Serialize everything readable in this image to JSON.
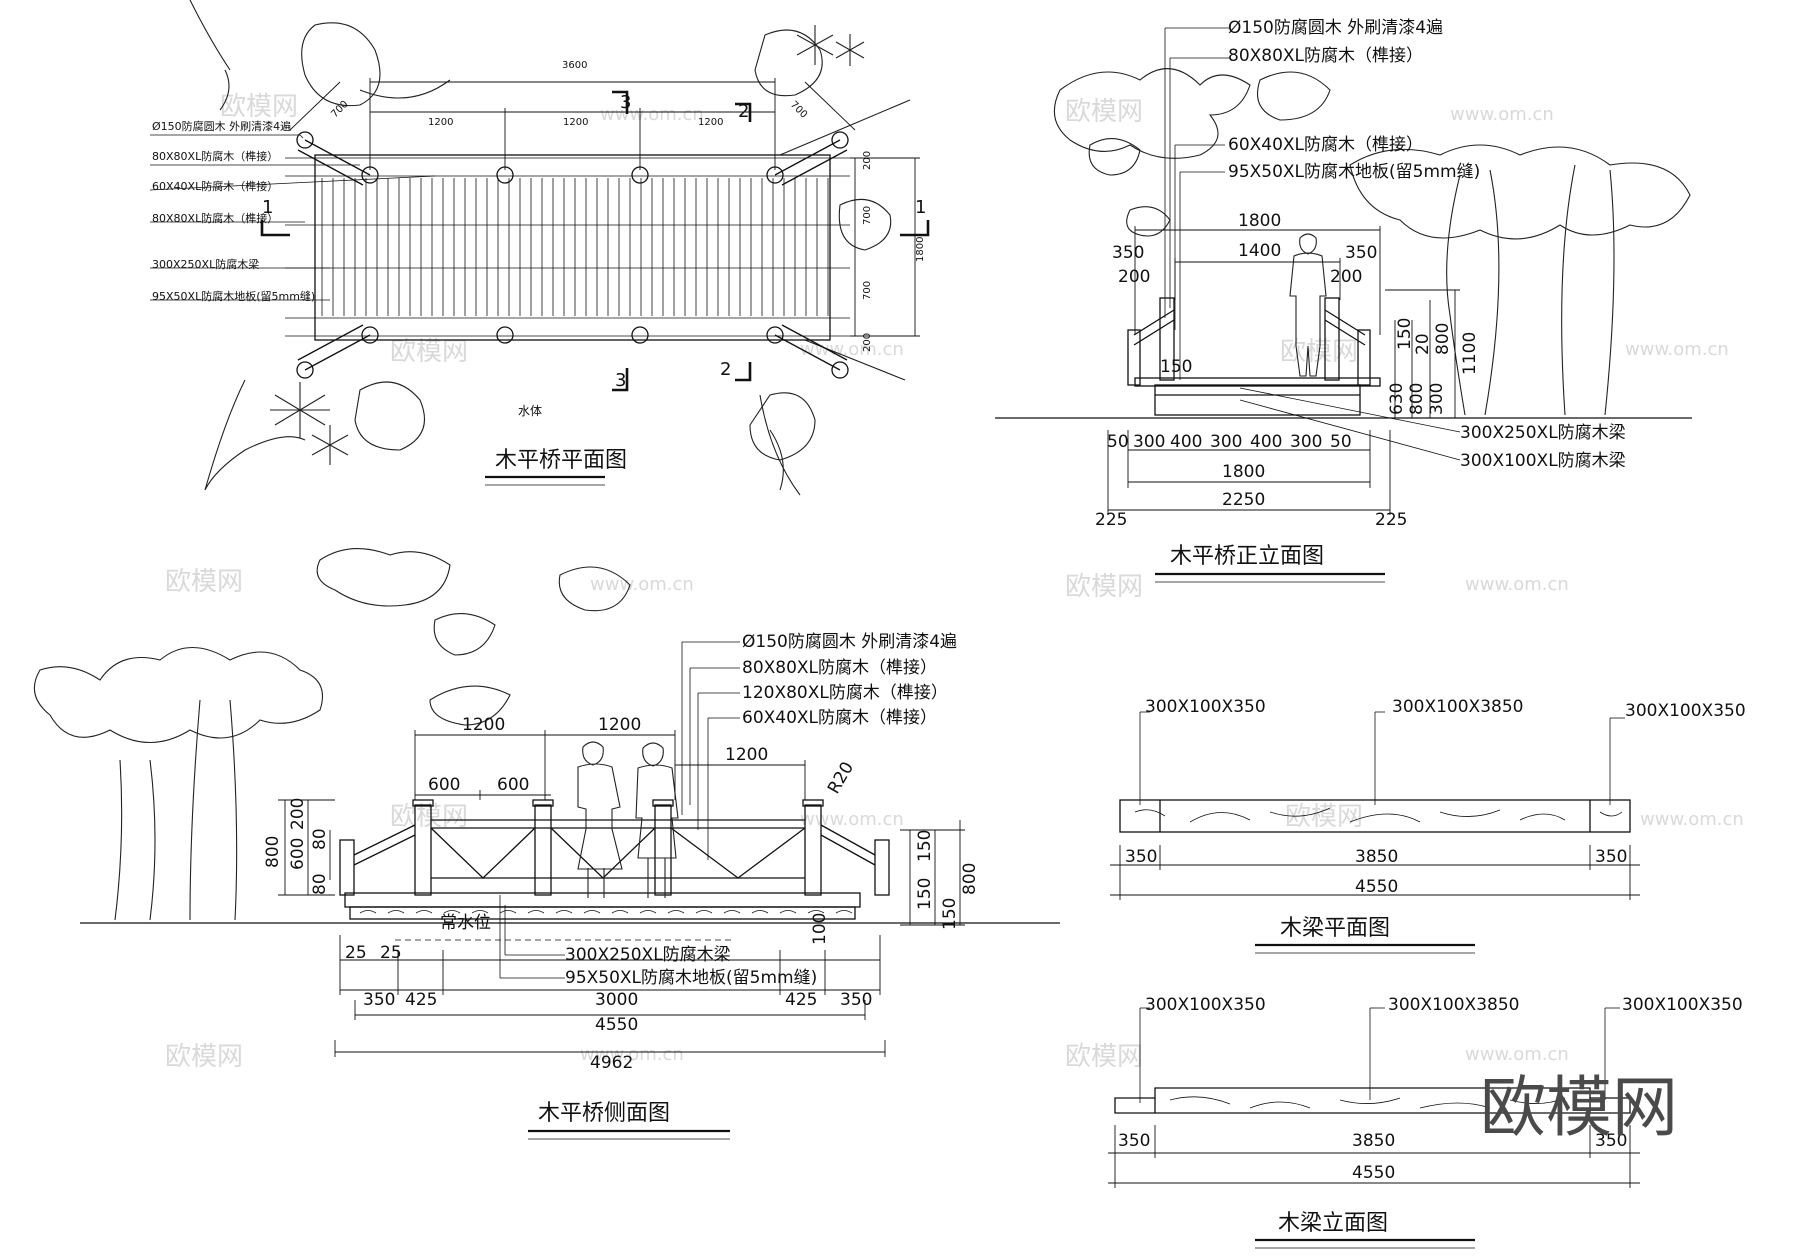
{
  "watermark": {
    "cn": "欧模网",
    "url": "www.om.cn"
  },
  "logo": "欧模网",
  "plan": {
    "title": "木平桥平面图",
    "water": "水体",
    "notes": [
      "Ø150防腐圆木 外刷清漆4遍",
      "80X80XL防腐木（榫接）",
      "60X40XL防腐木（榫接）",
      "80X80XL防腐木（榫接）",
      "300X250XL防腐木梁",
      "95X50XL防腐木地板(留5mm缝)"
    ],
    "dims_top": [
      "3600",
      "1200",
      "1200",
      "1200"
    ],
    "dims_side": [
      "700",
      "700"
    ],
    "dims_right": [
      "200",
      "700",
      "700",
      "200",
      "1800"
    ],
    "section_marks": [
      "1",
      "1",
      "2",
      "2",
      "3",
      "3"
    ]
  },
  "front": {
    "title": "木平桥正立面图",
    "notes": [
      "Ø150防腐圆木 外刷清漆4遍",
      "80X80XL防腐木（榫接）",
      "60X40XL防腐木（榫接）",
      "95X50XL防腐木地板(留5mm缝)"
    ],
    "notes_bottom": [
      "300X250XL防腐木梁",
      "300X100XL防腐木梁"
    ],
    "dims_upper": [
      "1800",
      "1400",
      "350",
      "350",
      "200",
      "200",
      "150"
    ],
    "dims_right": [
      "150",
      "20",
      "800",
      "1100",
      "630",
      "800",
      "300"
    ],
    "dims_lower": [
      "50",
      "300",
      "400",
      "300",
      "400",
      "300",
      "50"
    ],
    "dims_total": [
      "1800",
      "2250",
      "225",
      "225"
    ]
  },
  "side": {
    "title": "木平桥侧面图",
    "notes": [
      "Ø150防腐圆木 外刷清漆4遍",
      "80X80XL防腐木（榫接）",
      "120X80XL防腐木（榫接）",
      "60X40XL防腐木（榫接）"
    ],
    "notes_bottom": [
      "300X250XL防腐木梁",
      "95X50XL防腐木地板(留5mm缝)"
    ],
    "water_level": "常水位",
    "dims_top": [
      "1200",
      "1200",
      "600",
      "600",
      "1200",
      "R20"
    ],
    "dims_left": [
      "200",
      "800",
      "600",
      "80",
      "80"
    ],
    "dims_right": [
      "150",
      "150",
      "800",
      "150",
      "100"
    ],
    "dims_bottom": [
      "25",
      "25",
      "350",
      "425",
      "3000",
      "425",
      "350",
      "4550",
      "4962"
    ]
  },
  "beam_plan": {
    "title": "木梁平面图",
    "labels": [
      "300X100X350",
      "300X100X3850",
      "300X100X350"
    ],
    "dims": [
      "350",
      "3850",
      "350",
      "4550"
    ]
  },
  "beam_elev": {
    "title": "木梁立面图",
    "labels": [
      "300X100X350",
      "300X100X3850",
      "300X100X350"
    ],
    "dims": [
      "350",
      "3850",
      "350",
      "4550"
    ]
  }
}
